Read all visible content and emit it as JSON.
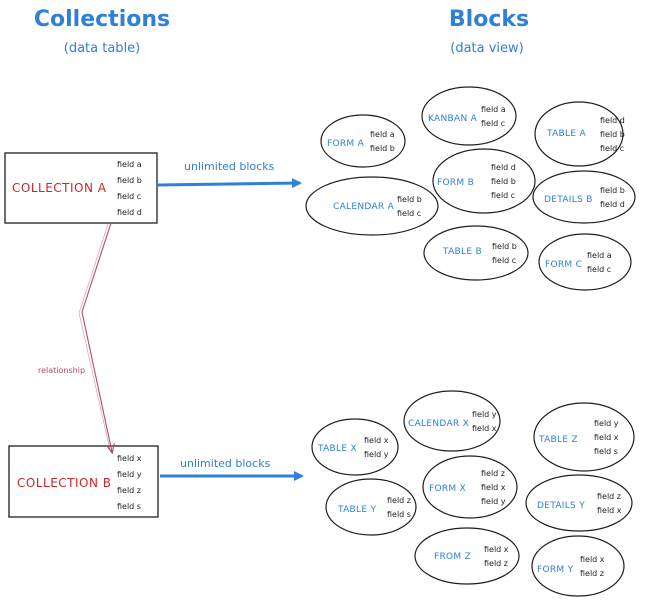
{
  "colors": {
    "heading": "#2f80d8",
    "collection_label": "#c62828",
    "block_label": "#2f80d8",
    "relationship": "#b04a6a",
    "stroke": "#1e1e1e",
    "arrow": "#2f80d8"
  },
  "headings": {
    "collections_title": "Collections",
    "collections_subtitle": "(data table)",
    "blocks_title": "Blocks",
    "blocks_subtitle": "(data view)"
  },
  "collections": [
    {
      "name": "COLLECTION A",
      "fields": [
        "field a",
        "field b",
        "field c",
        "field d"
      ]
    },
    {
      "name": "COLLECTION B",
      "fields": [
        "field x",
        "field y",
        "field z",
        "field s"
      ]
    }
  ],
  "connectors": {
    "unlimited_blocks_a": "unlimited blocks",
    "unlimited_blocks_b": "unlimited blocks",
    "relationship": "relationship"
  },
  "block_groups": [
    {
      "blocks": [
        {
          "name": "FORM A",
          "fields": [
            "field a",
            "field b"
          ]
        },
        {
          "name": "KANBAN A",
          "fields": [
            "field a",
            "field c"
          ]
        },
        {
          "name": "TABLE A",
          "fields": [
            "field d",
            "field b",
            "field c"
          ]
        },
        {
          "name": "FORM B",
          "fields": [
            "field d",
            "field b",
            "field c"
          ]
        },
        {
          "name": "CALENDAR A",
          "fields": [
            "field b",
            "field c"
          ]
        },
        {
          "name": "DETAILS B",
          "fields": [
            "field b",
            "field d"
          ]
        },
        {
          "name": "TABLE B",
          "fields": [
            "field b",
            "field c"
          ]
        },
        {
          "name": "FORM C",
          "fields": [
            "field a",
            "field c"
          ]
        }
      ]
    },
    {
      "blocks": [
        {
          "name": "CALENDAR X",
          "fields": [
            "field y",
            "field x"
          ]
        },
        {
          "name": "TABLE X",
          "fields": [
            "field x",
            "field y"
          ]
        },
        {
          "name": "TABLE Z",
          "fields": [
            "field y",
            "field x",
            "field s"
          ]
        },
        {
          "name": "FORM X",
          "fields": [
            "field z",
            "field x",
            "field y"
          ]
        },
        {
          "name": "TABLE Y",
          "fields": [
            "field z",
            "field s"
          ]
        },
        {
          "name": "DETAILS Y",
          "fields": [
            "field z",
            "field x"
          ]
        },
        {
          "name": "FROM Z",
          "fields": [
            "field x",
            "field z"
          ]
        },
        {
          "name": "FORM Y",
          "fields": [
            "field x",
            "field z"
          ]
        }
      ]
    }
  ]
}
